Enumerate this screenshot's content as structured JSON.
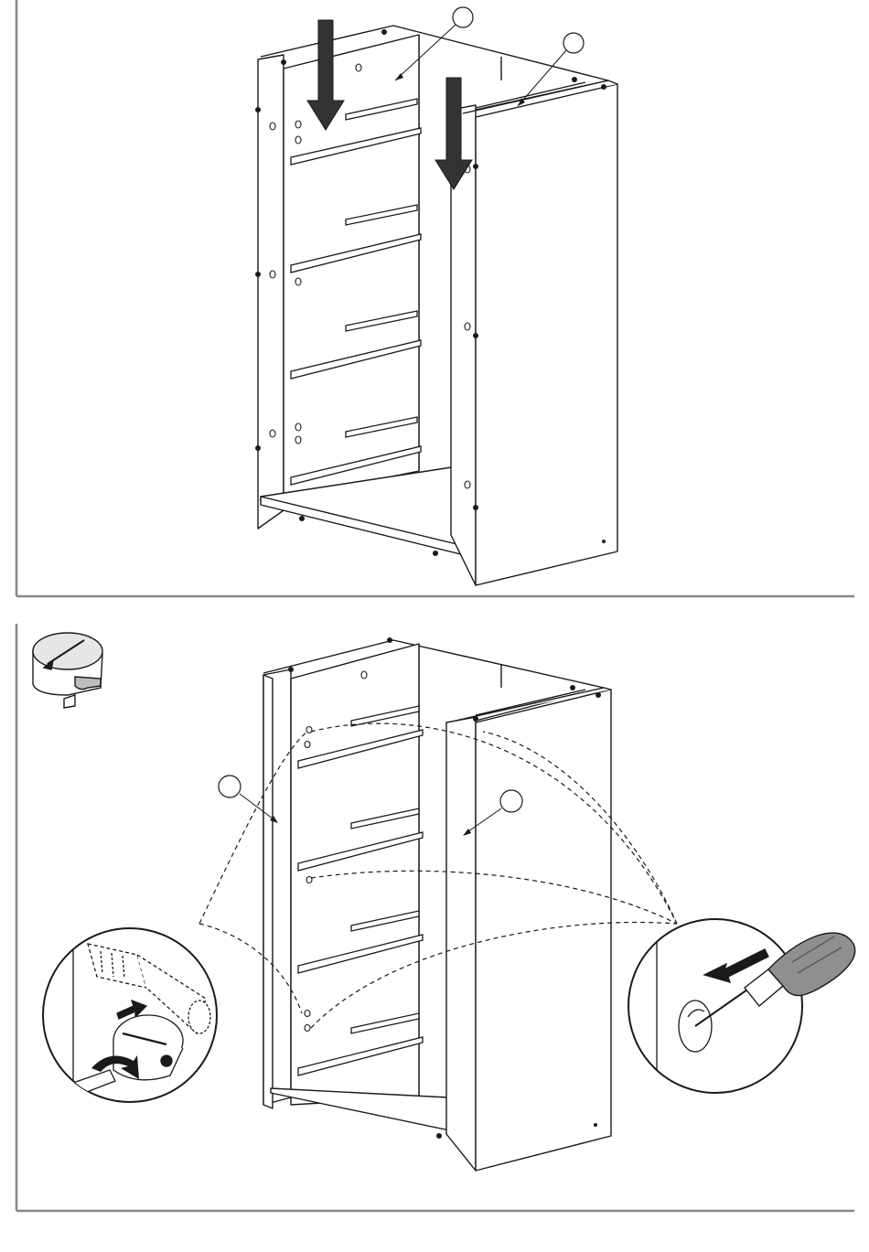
{
  "steps": [
    {
      "callouts": [
        {
          "label": ""
        },
        {
          "label": ""
        }
      ],
      "arrows": [
        "down-arrow-left",
        "down-arrow-right"
      ]
    },
    {
      "callouts": [
        {
          "label": ""
        },
        {
          "label": ""
        }
      ],
      "icons": [
        "cam-lock-icon",
        "screwdriver-icon",
        "rotate-arrow-icon"
      ],
      "detail_views": [
        "cam-lock-insert-detail",
        "screwdriver-tighten-detail"
      ]
    }
  ],
  "colors": {
    "line": "#1a1a1a",
    "frame": "#888888",
    "fill": "#ffffff",
    "shade": "#cfcfcf",
    "arrow": "#333333"
  }
}
